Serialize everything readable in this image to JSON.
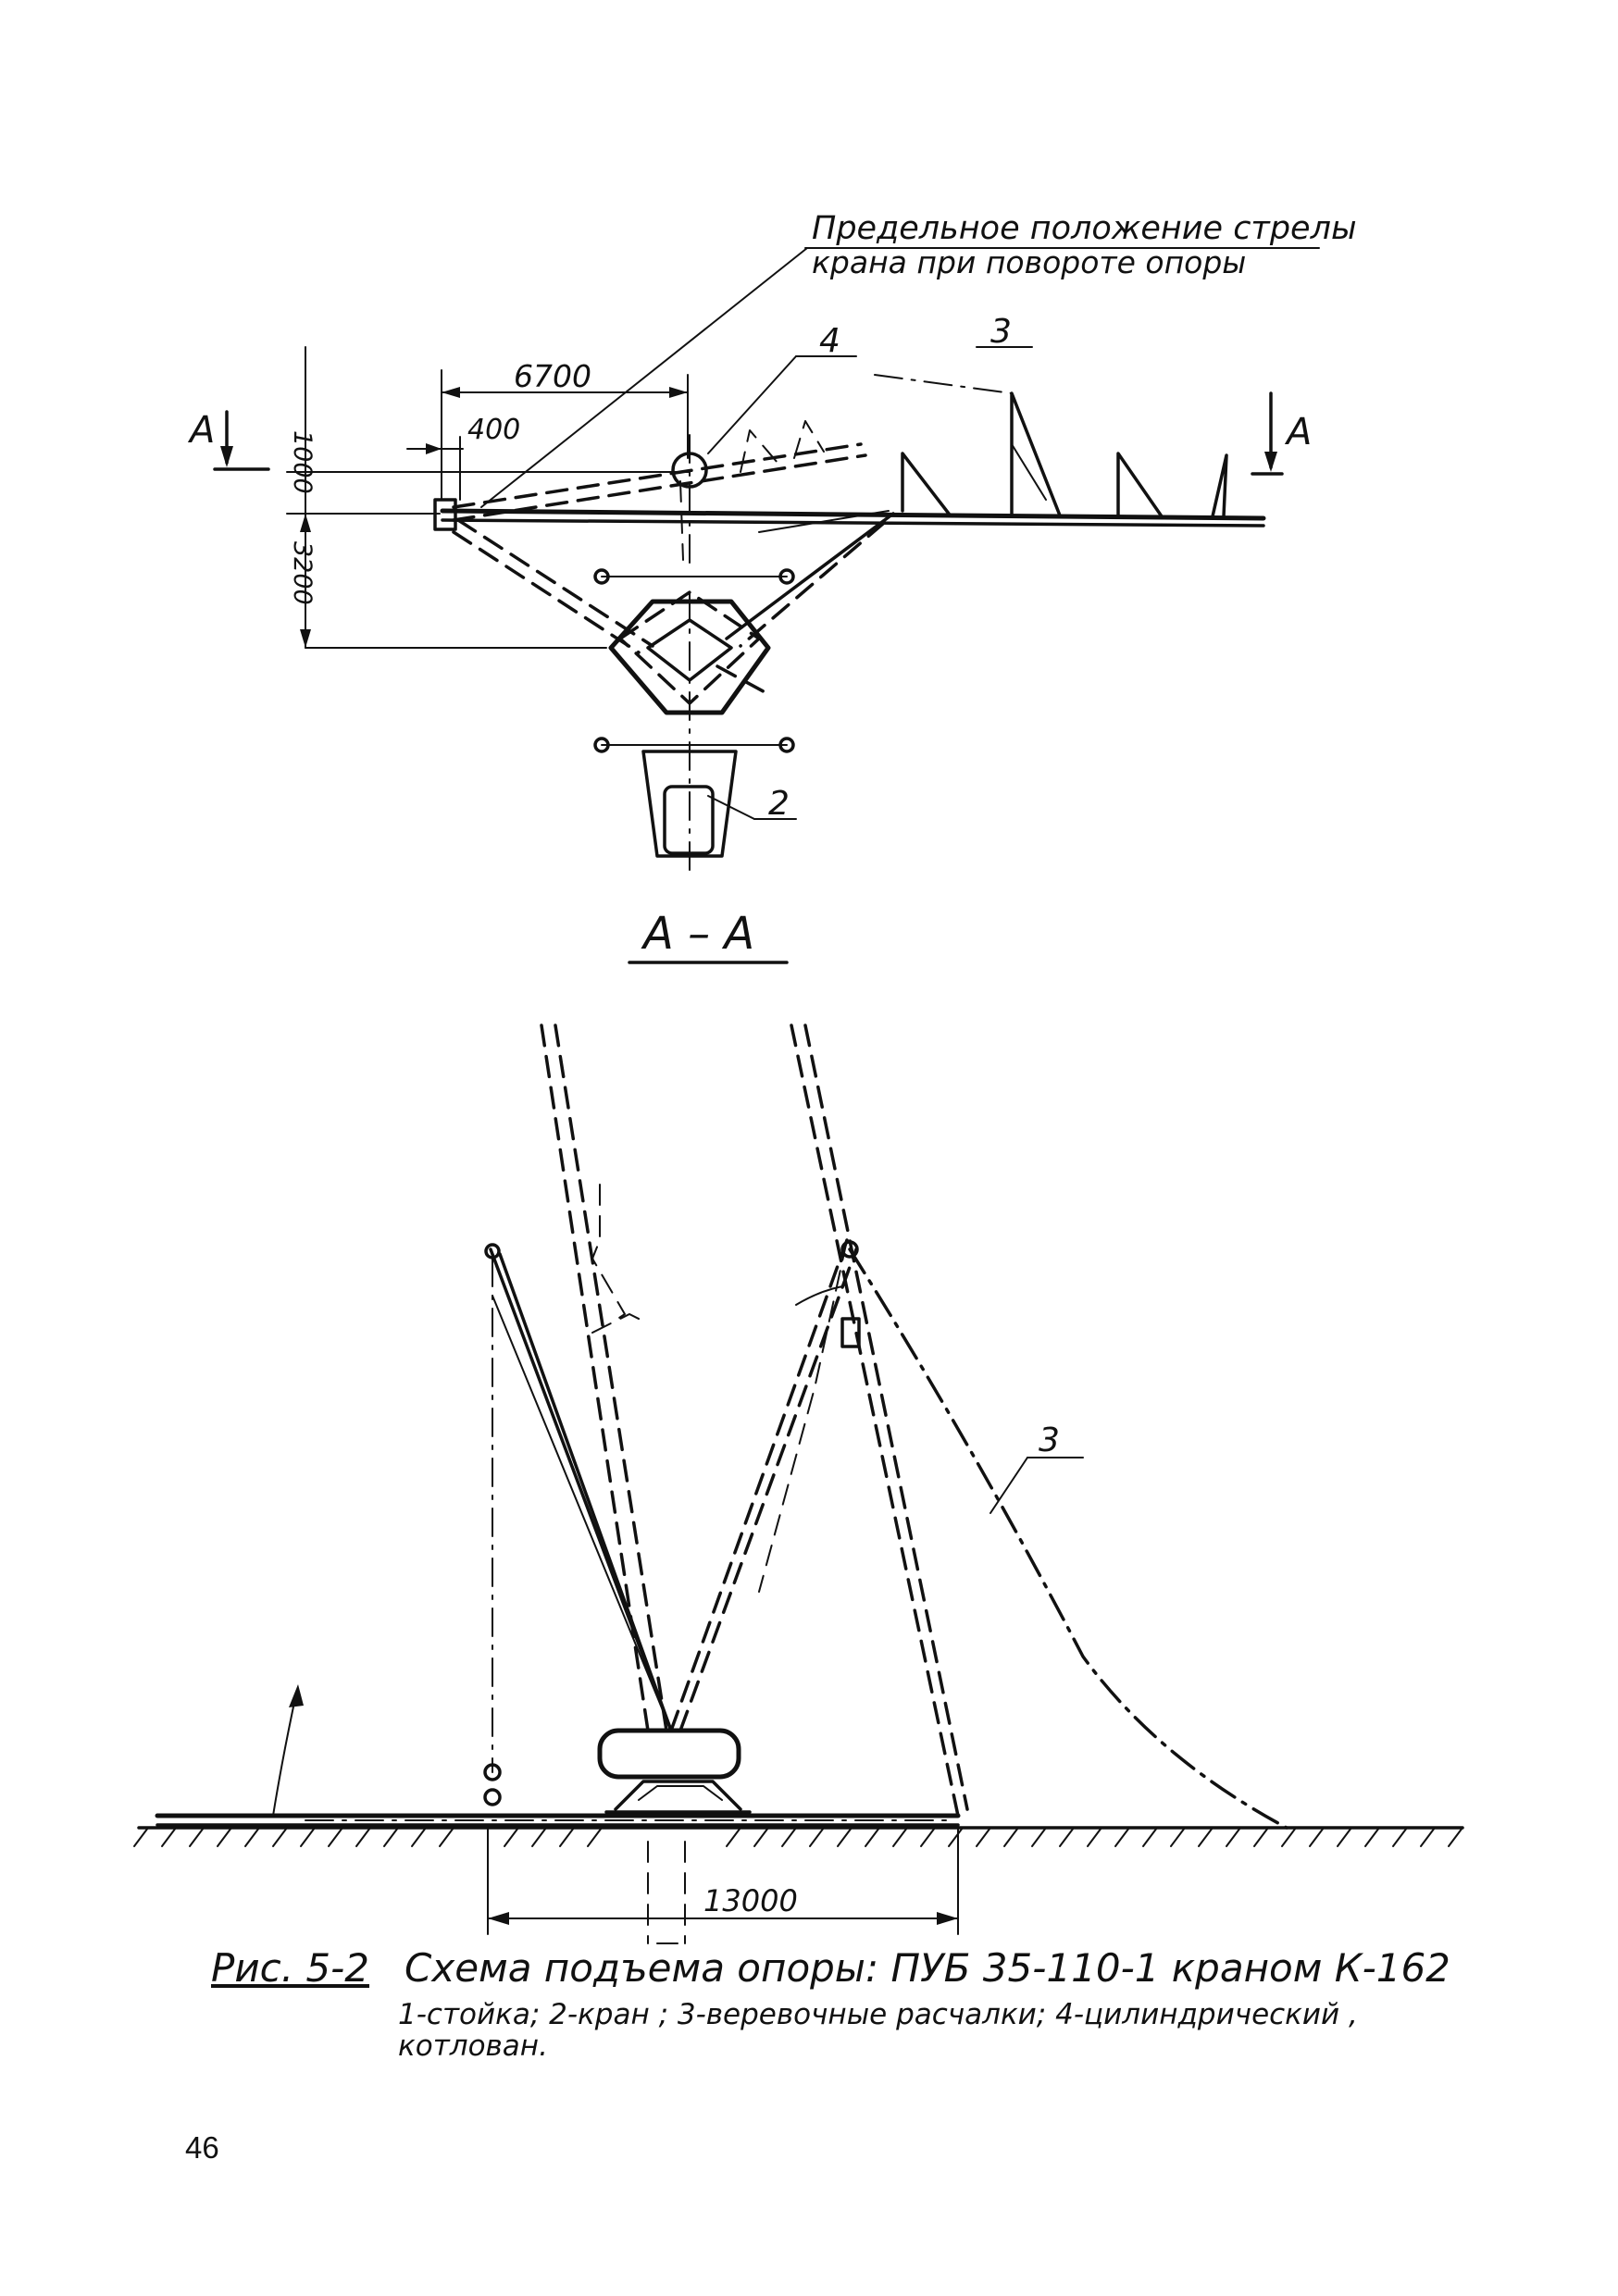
{
  "plan_view": {
    "annotation_line1": "Предельное положение стрелы",
    "annotation_line2": "крана при повороте опоры",
    "dim_6700": "6700",
    "dim_400": "400",
    "dim_1000": "1000",
    "dim_3200": "3200",
    "section_mark_left": "А",
    "section_mark_right": "А",
    "callout_4": "4",
    "callout_3": "3",
    "callout_2": "2"
  },
  "section_view": {
    "title": "А – А",
    "callout_3": "3",
    "dim_13000": "13000"
  },
  "caption": {
    "label": "Рис. 5-2",
    "title": "Схема подъема опоры: ПУБ 35-110-1 краном К-162",
    "legend_line1": "1-стойка; 2-кран ; 3-веревочные расчалки; 4-цилиндрический ,",
    "legend_line2": "котлован."
  },
  "page_number": "46"
}
